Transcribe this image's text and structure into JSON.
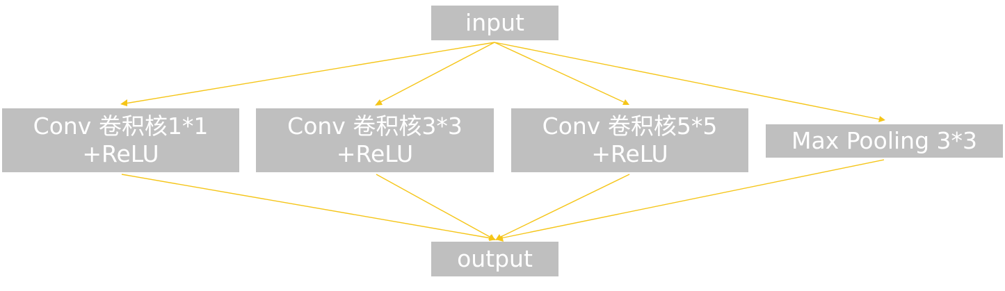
{
  "nodes": {
    "input": {
      "lines": [
        "input"
      ]
    },
    "conv1": {
      "lines": [
        "Conv 卷积核1*1",
        "+ReLU"
      ]
    },
    "conv3": {
      "lines": [
        "Conv 卷积核3*3",
        "+ReLU"
      ]
    },
    "conv5": {
      "lines": [
        "Conv 卷积核5*5",
        "+ReLU"
      ]
    },
    "pool": {
      "lines": [
        "Max Pooling 3*3"
      ]
    },
    "output": {
      "lines": [
        "output"
      ]
    }
  },
  "edges": [
    {
      "from": "input",
      "to": "conv1"
    },
    {
      "from": "input",
      "to": "conv3"
    },
    {
      "from": "input",
      "to": "conv5"
    },
    {
      "from": "input",
      "to": "pool"
    },
    {
      "from": "conv1",
      "to": "output"
    },
    {
      "from": "conv3",
      "to": "output"
    },
    {
      "from": "conv5",
      "to": "output"
    },
    {
      "from": "pool",
      "to": "output"
    }
  ],
  "colors": {
    "node_fill": "#bfbfbf",
    "node_text": "#ffffff",
    "edge": "#f5c518"
  }
}
